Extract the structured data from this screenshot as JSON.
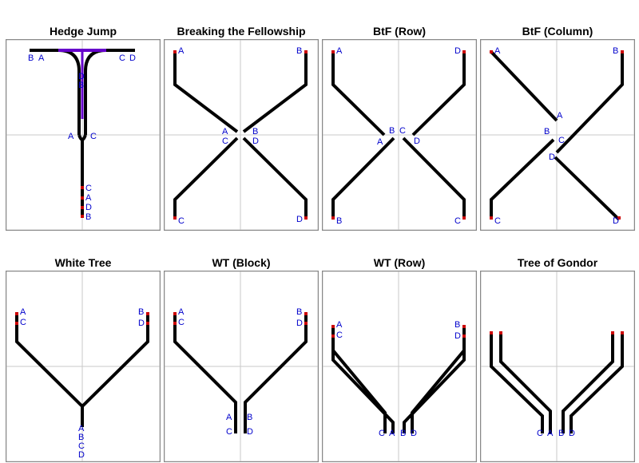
{
  "panels": [
    {
      "id": "hedge-jump",
      "title": "Hedge Jump"
    },
    {
      "id": "breaking-the-fellowship",
      "title": "Breaking the Fellowship"
    },
    {
      "id": "btf-row",
      "title": "BtF (Row)"
    },
    {
      "id": "btf-column",
      "title": "BtF (Column)"
    },
    {
      "id": "white-tree",
      "title": "White Tree"
    },
    {
      "id": "wt-block",
      "title": "WT (Block)"
    },
    {
      "id": "wt-row",
      "title": "WT (Row)"
    },
    {
      "id": "tree-of-gondor",
      "title": "Tree of Gondor"
    }
  ],
  "colors": {
    "path": "#000000",
    "highlight": "#6600cc",
    "marker": "#cc0000",
    "label": "#0000cc",
    "axis": "#c8c8c8",
    "border": "#888888"
  }
}
